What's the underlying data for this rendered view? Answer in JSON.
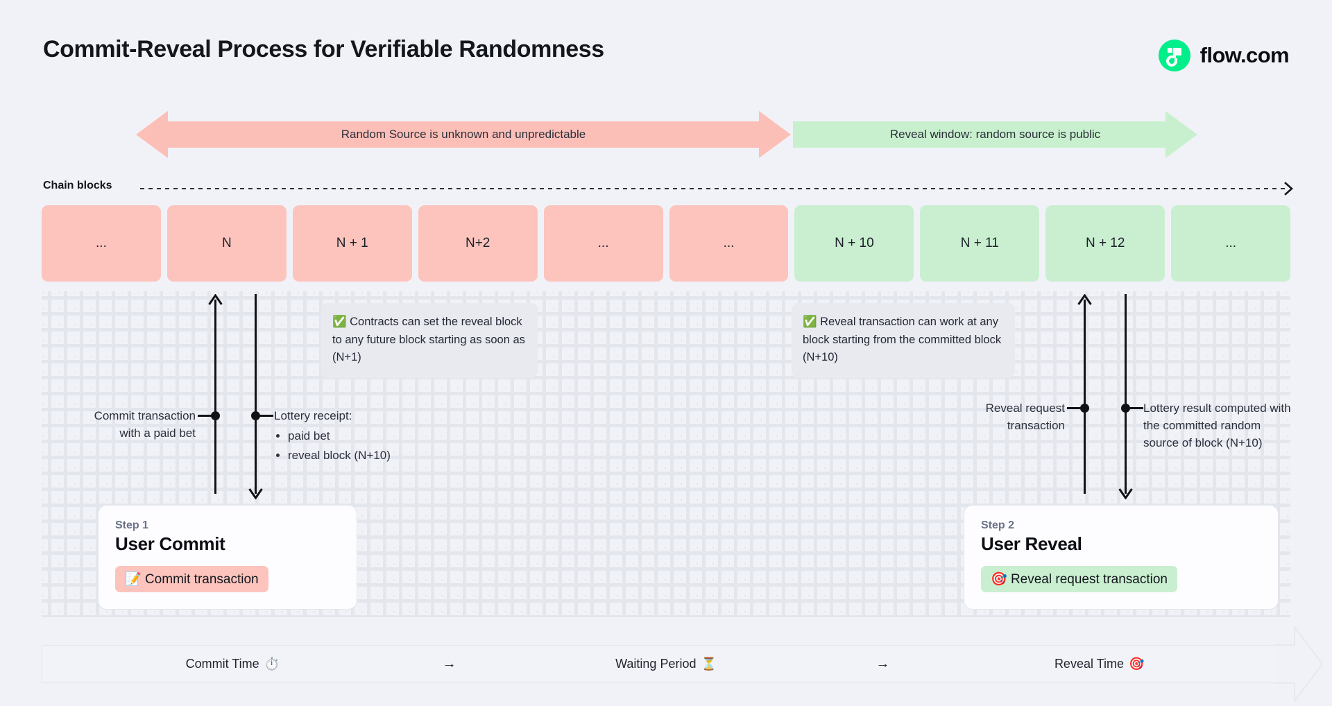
{
  "header": {
    "title": "Commit-Reveal Process for Verifiable Randomness",
    "brand_name": "flow.com",
    "brand_color": "#00ef8b"
  },
  "banners": [
    {
      "id": "unknown-window",
      "label": "Random Source is unknown and unpredictable",
      "color": "#fcbfb8",
      "direction": "both"
    },
    {
      "id": "reveal-window",
      "label": "Reveal window: random source is public",
      "color": "#c8f0ce",
      "direction": "right"
    }
  ],
  "chain": {
    "label": "Chain blocks",
    "blocks": [
      {
        "label": "...",
        "state": "pink"
      },
      {
        "label": "N",
        "state": "pink"
      },
      {
        "label": "N + 1",
        "state": "pink"
      },
      {
        "label": "N+2",
        "state": "pink"
      },
      {
        "label": "...",
        "state": "pink"
      },
      {
        "label": "...",
        "state": "pink"
      },
      {
        "label": "N + 10",
        "state": "green"
      },
      {
        "label": "N + 11",
        "state": "green"
      },
      {
        "label": "N + 12",
        "state": "green"
      },
      {
        "label": "...",
        "state": "green"
      }
    ]
  },
  "callouts": [
    {
      "id": "contracts-note",
      "icon": "✅",
      "text": "Contracts can set the reveal block to any future block starting as soon as (N+1)"
    },
    {
      "id": "reveal-note",
      "icon": "✅",
      "text": "Reveal transaction can work at any block starting from the committed block (N+10)"
    }
  ],
  "annotations": {
    "commit_transaction": "Commit transaction\nwith a paid bet",
    "commit_transaction_line1": "Commit transaction",
    "commit_transaction_line2": "with a paid bet",
    "lottery_receipt_title": "Lottery receipt:",
    "lottery_receipt_items": [
      "paid bet",
      "reveal block (N+10)"
    ],
    "reveal_request_line1": "Reveal request",
    "reveal_request_line2": "transaction",
    "lottery_result": "Lottery result computed with the committed random source of block (N+10)"
  },
  "steps": [
    {
      "id": "step-1",
      "step_label": "Step 1",
      "title": "User Commit",
      "chip_icon": "📝",
      "chip_label": "Commit transaction",
      "chip_color": "#fcc4bd"
    },
    {
      "id": "step-2",
      "step_label": "Step 2",
      "title": "User Reveal",
      "chip_icon": "🎯",
      "chip_label": "Reveal request transaction",
      "chip_color": "#c9efd0"
    }
  ],
  "timeline": {
    "phases": [
      {
        "label": "Commit Time",
        "icon": "⏱️"
      },
      {
        "label": "Waiting Period",
        "icon": "⏳"
      },
      {
        "label": "Reveal Time",
        "icon": "🎯"
      }
    ],
    "separator": "→"
  }
}
